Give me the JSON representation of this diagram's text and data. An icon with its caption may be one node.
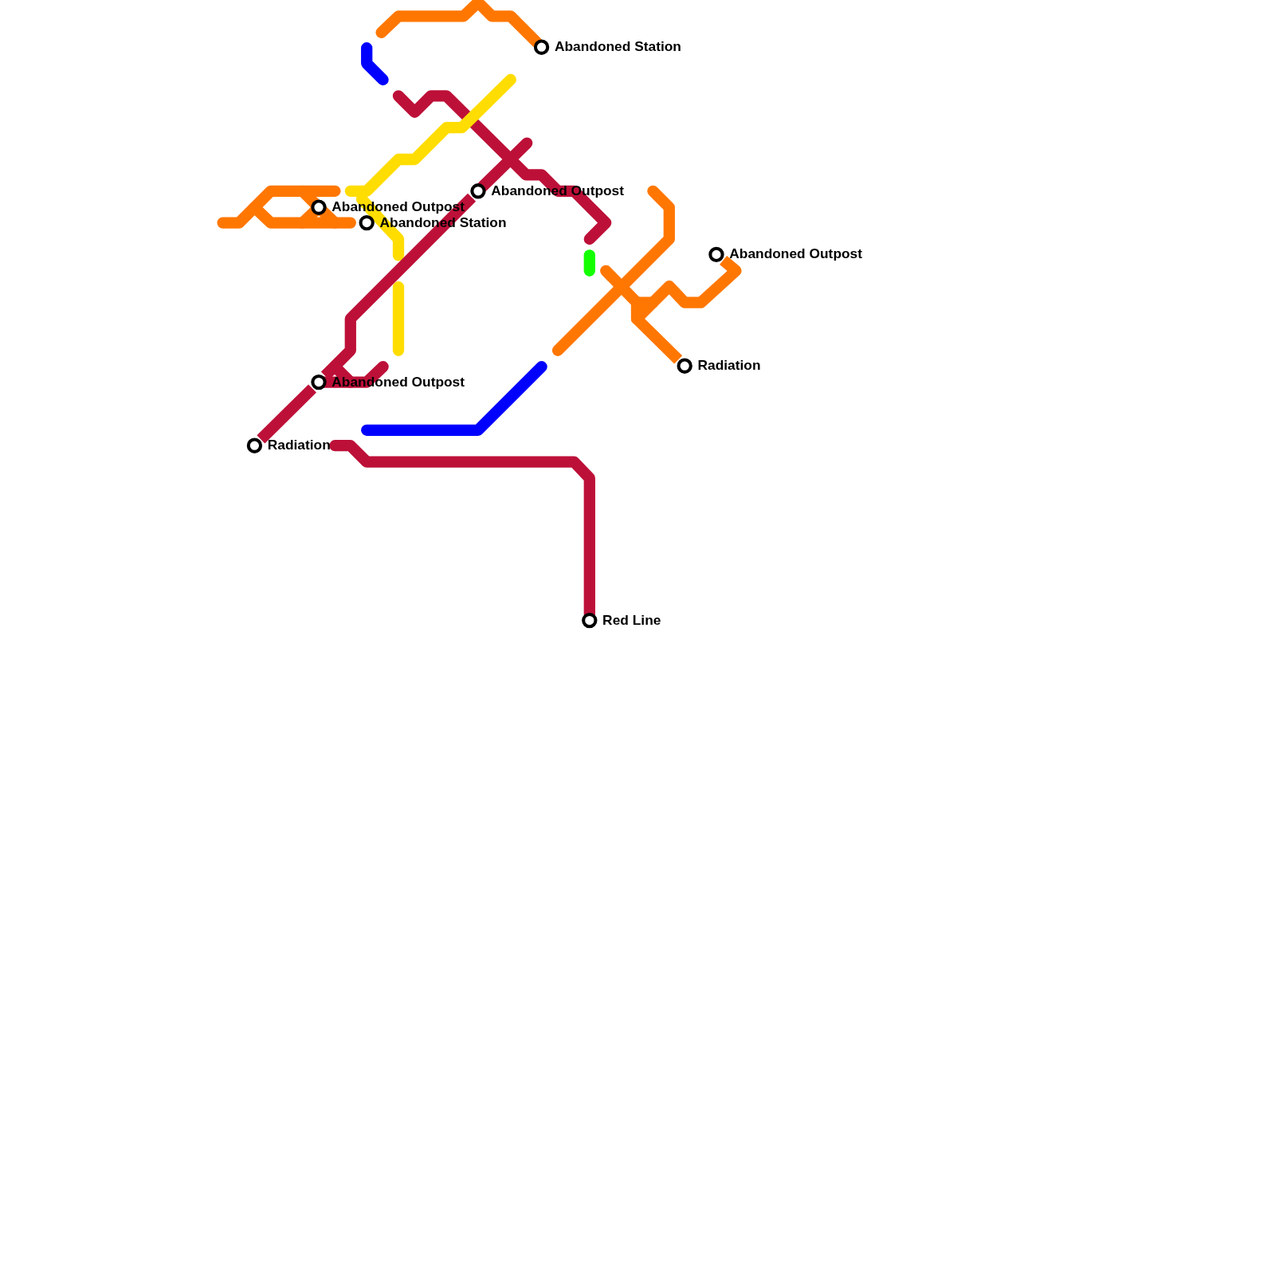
{
  "diagram": {
    "nodes": [
      {
        "text": [
          "Abandoned Station"
        ]
      },
      {
        "text": [
          "Abandoned Outpost"
        ]
      },
      {
        "text": [
          "Abandoned Outpost"
        ]
      },
      {
        "text": [
          "Abandoned Station"
        ]
      },
      {
        "text": [
          "Abandoned Outpost"
        ]
      },
      {
        "text": [
          "Radiation"
        ]
      },
      {
        "text": [
          "Abandoned Outpost"
        ]
      },
      {
        "text": [
          "Radiation"
        ]
      },
      {
        "text": [
          "Red Line"
        ]
      }
    ],
    "edges": [
      {
        "from": 7,
        "to": 6,
        "arrow": "none"
      },
      {
        "from": 6,
        "to": 1,
        "arrow": "none"
      },
      {
        "from": 4,
        "to": 5,
        "arrow": "none",
        "color": "#ff7700"
      }
    ]
  }
}
